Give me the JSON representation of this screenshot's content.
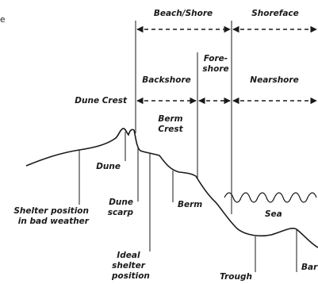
{
  "diagram": {
    "edge_mark": "e",
    "zones": {
      "beach_shore": "Beach/Shore",
      "shoreface": "Shoreface",
      "foreshore": [
        "Fore-",
        "shore"
      ],
      "backshore": "Backshore",
      "nearshore": "Nearshore"
    },
    "features": {
      "dune_crest": "Dune Crest",
      "berm_crest": [
        "Berm",
        "Crest"
      ],
      "dune": "Dune",
      "dune_scarp": [
        "Dune",
        "scarp"
      ],
      "berm": "Berm",
      "sea": "Sea",
      "trough": "Trough",
      "bar": "Bar",
      "shelter_bad_weather": [
        "Shelter position",
        "in bad weather"
      ],
      "ideal_shelter": [
        "Ideal",
        "shelter",
        "position"
      ]
    },
    "colors": {
      "ink": "#1a1a1a",
      "background": "#ffffff"
    }
  }
}
